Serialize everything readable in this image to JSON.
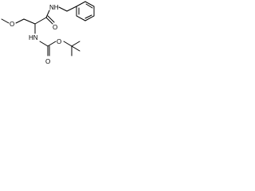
{
  "molecule": {
    "atoms": {
      "methoxy_o": "O",
      "amide_nh": "NH",
      "amide_o": "O",
      "carbamate_hn": "HN",
      "carbamate_o_carbonyl": "O",
      "carbamate_o_ester": "O"
    },
    "colors": {
      "bond": "#000000",
      "label": "#000000",
      "background": "#ffffff"
    }
  }
}
